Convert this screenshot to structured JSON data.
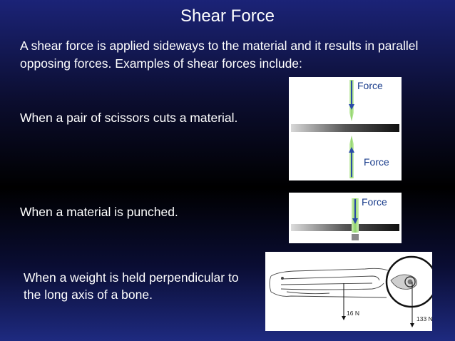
{
  "slide": {
    "title": "Shear Force",
    "intro": "A shear force is applied sideways to the material and it results in parallel opposing forces. Examples of shear forces include:"
  },
  "examples": [
    {
      "text": "When a pair of scissors cuts a material."
    },
    {
      "text": "When a material is punched."
    },
    {
      "text": "When a weight is held perpendicular to the long axis of a bone."
    }
  ],
  "figures": {
    "scissors": {
      "top_label": "Force",
      "bottom_label": "Force"
    },
    "punch": {
      "label": "Force"
    },
    "arm": {
      "force_small": "16 N",
      "force_large": "133 N"
    }
  },
  "colors": {
    "background_top": "#1b2377",
    "background_mid": "#000000",
    "text": "#ffffff",
    "force_label": "#1a3d8c",
    "arrow": "#2a4aa8",
    "arrow_glow": "#9fdc7a"
  }
}
